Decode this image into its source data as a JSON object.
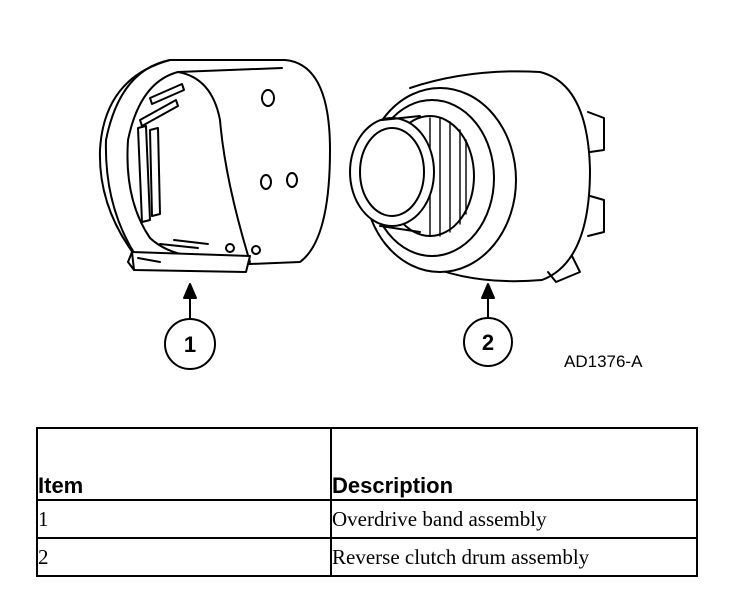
{
  "figure": {
    "callouts": [
      {
        "label": "1"
      },
      {
        "label": "2"
      }
    ],
    "figure_code": "AD1376-A"
  },
  "table": {
    "headers": {
      "item": "Item",
      "description": "Description"
    },
    "rows": [
      {
        "item": "1",
        "description": "Overdrive band assembly"
      },
      {
        "item": "2",
        "description": "Reverse clutch drum assembly"
      }
    ]
  }
}
